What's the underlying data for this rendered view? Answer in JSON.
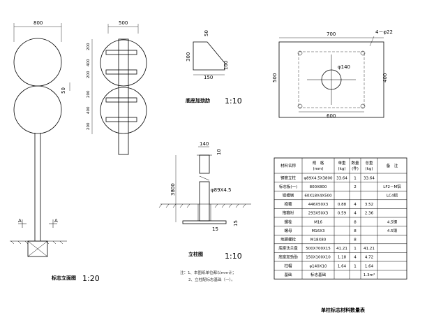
{
  "elevation": {
    "dim_width": "800",
    "dim_gap": "50",
    "title": "标志立面图",
    "scale": "1:20",
    "section_mark": "A"
  },
  "side_view": {
    "dim_width": "500",
    "dims_v": [
      "200",
      "400",
      "200",
      "200",
      "400",
      "200"
    ]
  },
  "stiffener": {
    "dim_top": "50",
    "dim_h": "300",
    "dim_w": "150",
    "dim_r": "100",
    "title": "底座加劲肋",
    "scale": "1:10"
  },
  "base_plate": {
    "dim_w": "700",
    "dim_h": "500",
    "dim_inner_w": "600",
    "dim_inner_h": "400",
    "hole": "4－φ22",
    "pipe": "φ140"
  },
  "post": {
    "dim_top": "140",
    "dim_cap": "10",
    "dim_len": "3800",
    "pipe_label": "φ89X4.5",
    "dim_bottom": "15",
    "title": "立柱图",
    "scale": "1:10"
  },
  "notes": {
    "line1": "注：1、本图纸单位都以mm计；",
    "line2": "2、立柱配标志基础（一）。"
  },
  "table": {
    "headers": [
      "材料名称",
      "规　格\n(mm)",
      "单重\n(kg)",
      "数量\n(件)",
      "总重\n(kg)",
      "备　注"
    ],
    "rows": [
      [
        "钢管立柱",
        "φ89X4.5X3800",
        "33.64",
        "1",
        "33.64",
        ""
      ],
      [
        "标志板(一)",
        "800X800",
        "",
        "2",
        "",
        "LF2－M铝"
      ],
      [
        "铝槽钢",
        "60X18X4X500",
        "",
        "",
        "",
        "LC4铝"
      ],
      [
        "抱箍",
        "446X50X3",
        "0.88",
        "4",
        "3.52",
        ""
      ],
      [
        "抱箍衬",
        "293X50X3",
        "0.59",
        "4",
        "2.36",
        ""
      ],
      [
        "螺栓",
        "M16",
        "",
        "8",
        "",
        "4.5钢"
      ],
      [
        "螺母",
        "M16X3",
        "",
        "8",
        "",
        "4.5钢"
      ],
      [
        "地脚螺栓",
        "M18X80",
        "",
        "8",
        "",
        ""
      ],
      [
        "底座法兰盘",
        "500X700X15",
        "41.21",
        "1",
        "41.21",
        ""
      ],
      [
        "底座加劲肋",
        "150X100X10",
        "1.18",
        "4",
        "4.72",
        ""
      ],
      [
        "柱帽",
        "φ140X10",
        "1.64",
        "1",
        "1.64",
        ""
      ],
      [
        "基础",
        "标志基础",
        "",
        "",
        "1.3m³",
        ""
      ]
    ],
    "caption": "单柱标志材料数量表"
  }
}
